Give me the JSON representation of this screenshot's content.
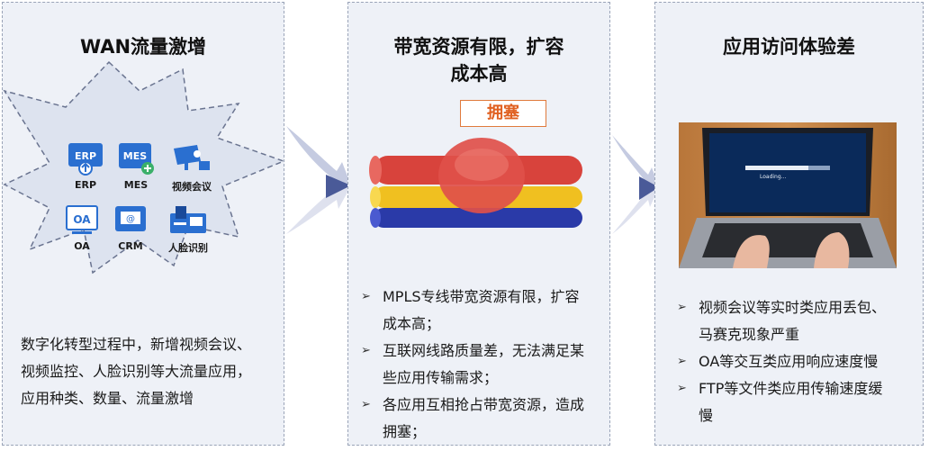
{
  "panels": [
    {
      "title": "WAN流量激增",
      "apps": [
        {
          "label": "ERP",
          "icon": "erp-icon"
        },
        {
          "label": "MES",
          "icon": "mes-icon"
        },
        {
          "label": "视频会议",
          "icon": "video-camera-icon"
        },
        {
          "label": "OA",
          "icon": "oa-icon"
        },
        {
          "label": "CRM",
          "icon": "crm-icon"
        },
        {
          "label": "人脸识别",
          "icon": "face-recognition-icon"
        }
      ],
      "description_lines": [
        "数字化转型过程中，新增视频会议、",
        "视频监控、人脸识别等大流量应用，",
        "应用种类、数量、流量激增"
      ]
    },
    {
      "title_lines": [
        "带宽资源有限，扩容",
        "成本高"
      ],
      "congestion_label": "拥塞",
      "bullets": [
        [
          "MPLS专线带宽资源有限，扩容",
          "成本高；"
        ],
        [
          "互联网线路质量差，无法满足某",
          "些应用传输需求；"
        ],
        [
          "各应用互相抢占带宽资源，造成",
          "拥塞；"
        ]
      ]
    },
    {
      "title": "应用访问体验差",
      "screen_text": "Loading...",
      "bullets": [
        [
          "视频会议等实时类应用丢包、",
          "马赛克现象严重"
        ],
        [
          "OA等交互类应用响应速度慢"
        ],
        [
          "FTP等文件类应用传输速度缓",
          "慢"
        ]
      ]
    }
  ],
  "colors": {
    "panel_bg": "#eef1f7",
    "arrow": "#5a6aa8",
    "congestion_orange": "#e06020",
    "pipe_red": "#d8433c",
    "pipe_yellow": "#f0c020",
    "pipe_blue": "#2a3aa8",
    "icon_blue": "#2a6fd0"
  }
}
